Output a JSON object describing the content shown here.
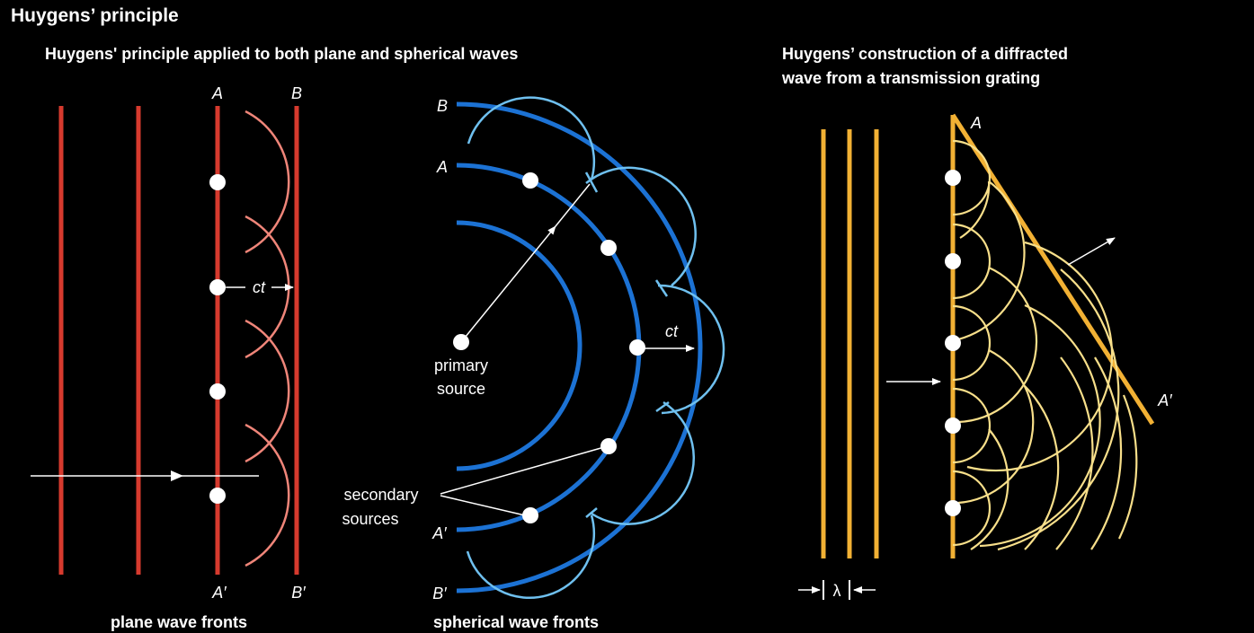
{
  "title": "Huygens’ principle",
  "left_panel": {
    "heading": "Huygens' principle applied to both plane and spherical waves",
    "plane": {
      "caption": "plane wave fronts",
      "front_a": "A",
      "front_b": "B",
      "front_a_prime": "A′",
      "front_b_prime": "B′",
      "distance_label": "ct"
    },
    "spherical": {
      "caption": "spherical wave fronts",
      "front_a": "A",
      "front_b": "B",
      "front_a_prime": "A′",
      "front_b_prime": "B′",
      "distance_label": "ct",
      "primary_source_line1": "primary",
      "primary_source_line2": "source",
      "secondary_sources_line1": "secondary",
      "secondary_sources_line2": "sources"
    }
  },
  "right_panel": {
    "heading_line1": "Huygens’ construction of a diffracted",
    "heading_line2": "wave from a transmission grating",
    "front_a": "A",
    "front_a_prime": "A′",
    "wavelength_symbol": "λ"
  },
  "colors": {
    "background": "#000000",
    "plane_front": "#d63a2e",
    "plane_wavelet": "#ef8579",
    "spherical_front": "#1c72d4",
    "spherical_wavelet": "#6fc0ef",
    "grating_front": "#f2b134",
    "grating_wavelet": "#f8df8a",
    "source_dot": "#ffffff"
  }
}
